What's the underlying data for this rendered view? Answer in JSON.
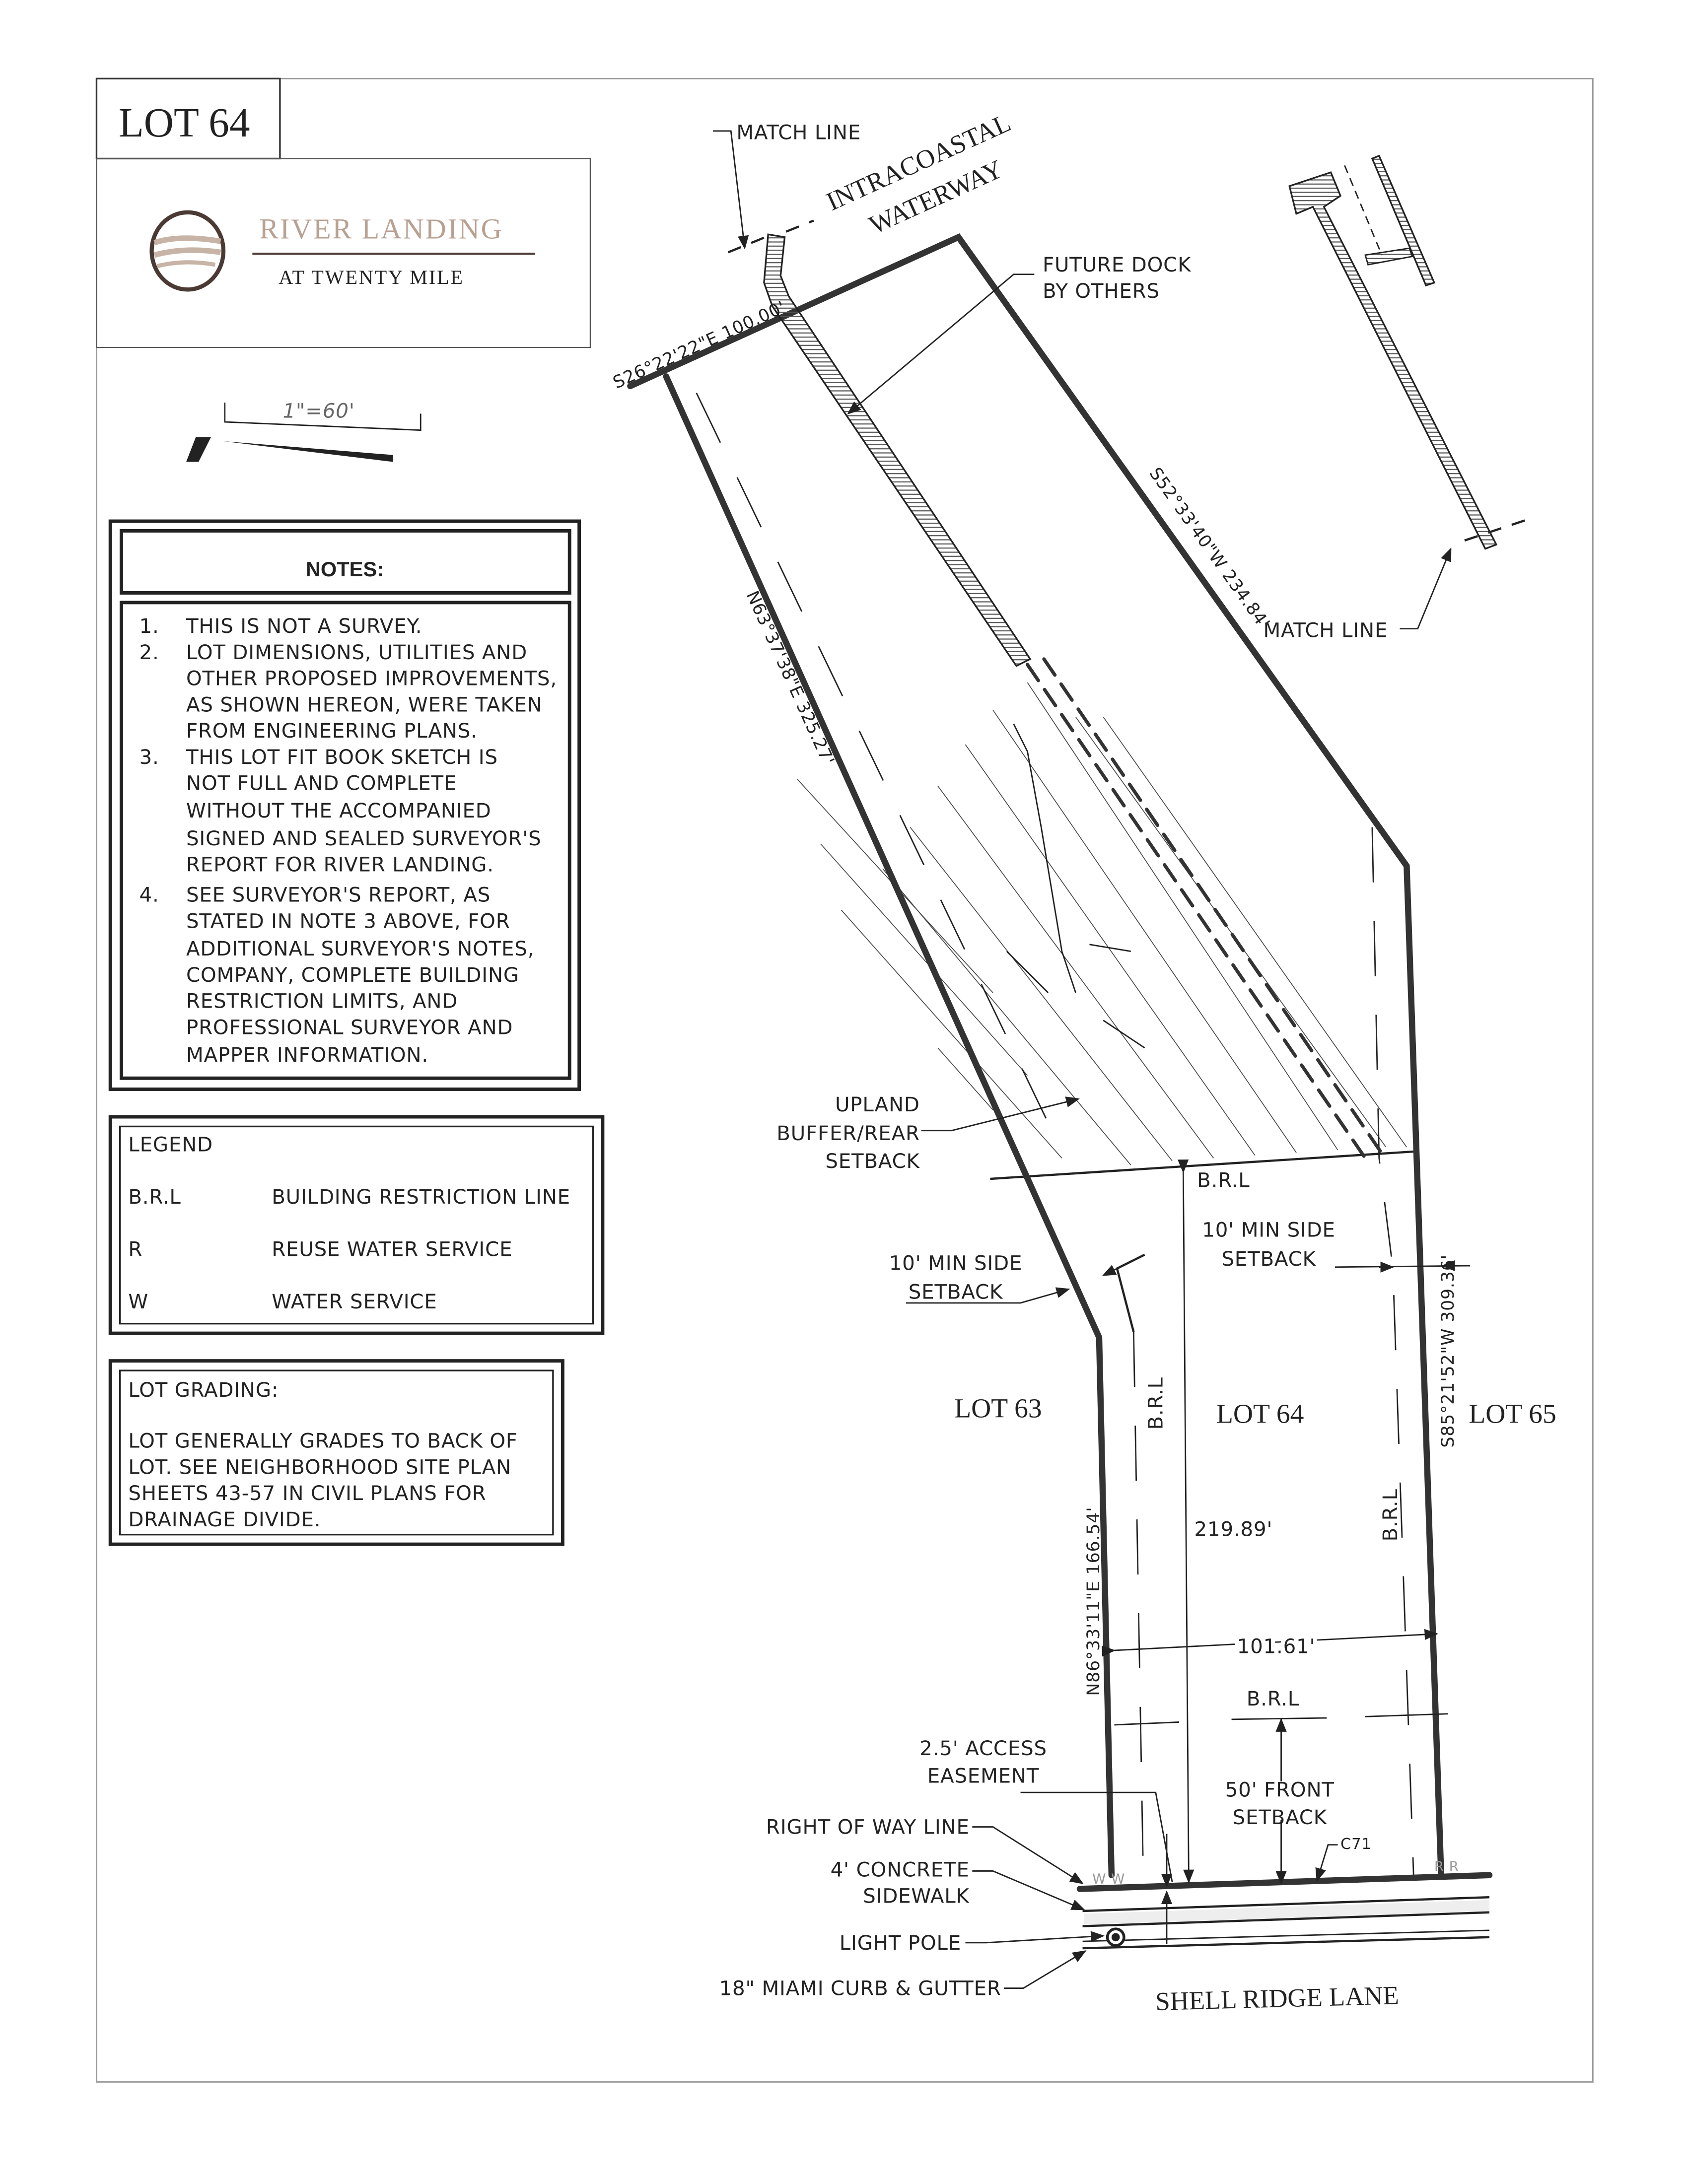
{
  "title_box": {
    "label": "LOT 64"
  },
  "logo": {
    "name": "RIVER LANDING",
    "subtitle": "AT TWENTY MILE"
  },
  "scale": {
    "label": "1\"=60'"
  },
  "notes": {
    "heading": "NOTES:",
    "items": [
      {
        "num": "1.",
        "lines": [
          "THIS IS NOT A SURVEY."
        ]
      },
      {
        "num": "2.",
        "lines": [
          "LOT DIMENSIONS, UTILITIES AND",
          "OTHER PROPOSED IMPROVEMENTS,",
          "AS SHOWN HEREON, WERE TAKEN",
          "FROM ENGINEERING PLANS."
        ]
      },
      {
        "num": "3.",
        "lines": [
          "THIS LOT FIT BOOK SKETCH IS",
          "NOT FULL AND COMPLETE",
          "WITHOUT THE ACCOMPANIED",
          "SIGNED AND SEALED SURVEYOR'S",
          "REPORT FOR RIVER LANDING."
        ]
      },
      {
        "num": "4.",
        "lines": [
          "SEE SURVEYOR'S REPORT, AS",
          "STATED IN NOTE 3 ABOVE, FOR",
          "ADDITIONAL SURVEYOR'S NOTES,",
          "COMPANY, COMPLETE BUILDING",
          "RESTRICTION LIMITS, AND",
          "PROFESSIONAL SURVEYOR AND",
          "MAPPER INFORMATION."
        ]
      }
    ]
  },
  "legend": {
    "heading": "LEGEND",
    "items": [
      {
        "key": "B.R.L",
        "value": "BUILDING RESTRICTION LINE"
      },
      {
        "key": "R",
        "value": "REUSE WATER SERVICE"
      },
      {
        "key": "W",
        "value": "WATER SERVICE"
      }
    ]
  },
  "grading": {
    "heading": "LOT GRADING:",
    "lines": [
      "LOT GENERALLY GRADES TO BACK OF",
      "LOT. SEE NEIGHBORHOOD SITE PLAN",
      "SHEETS 43-57 IN CIVIL PLANS FOR",
      "DRAINAGE DIVIDE."
    ]
  },
  "plan": {
    "match_line_top": "MATCH LINE",
    "match_line_right": "MATCH LINE",
    "waterway": [
      "INTRACOASTAL",
      "WATERWAY"
    ],
    "future_dock": [
      "FUTURE DOCK",
      "BY OTHERS"
    ],
    "bearing_top": "S26°22'22\"E 100.00'",
    "bearing_right_upper": "S52°33'40\"W 234.84'",
    "bearing_left_upper": "N63°37'38\"E 325.27'",
    "bearing_right_lower": "S85°21'52\"W 309.36'",
    "bearing_left_lower": "N86°33'11\"E 166.54'",
    "upland_buffer": [
      "UPLAND",
      "BUFFER/REAR",
      "SETBACK"
    ],
    "brl_rear": "B.R.L",
    "side_setback_left": [
      "10' MIN SIDE",
      "SETBACK"
    ],
    "side_setback_right": [
      "10' MIN SIDE",
      "SETBACK"
    ],
    "lot_63": "LOT 63",
    "lot_64": "LOT 64",
    "lot_65": "LOT 65",
    "brl_left": "B.R.L",
    "brl_right": "B.R.L",
    "brl_front": "B.R.L",
    "depth": "219.89'",
    "width": "101.61'",
    "access_easement": [
      "2.5' ACCESS",
      "EASEMENT"
    ],
    "front_setback": [
      "50' FRONT",
      "SETBACK"
    ],
    "curve": "C71",
    "row_line": "RIGHT OF WAY LINE",
    "sidewalk": [
      "4' CONCRETE",
      "SIDEWALK"
    ],
    "light_pole": "LIGHT POLE",
    "curb": "18\" MIAMI CURB & GUTTER",
    "street": "SHELL RIDGE LANE",
    "water_marker": "W W",
    "reuse_marker": "R R"
  }
}
